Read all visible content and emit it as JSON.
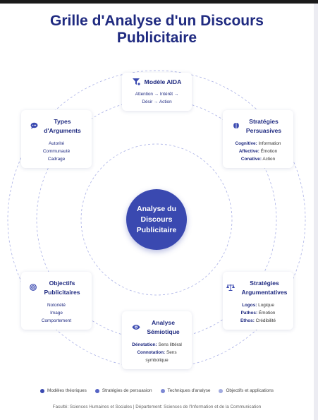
{
  "title": "Grille d'Analyse d'un Discours Publicitaire",
  "center": "Analyse du Discours Publicitaire",
  "cards": {
    "aida": {
      "title": "Modèle AIDA",
      "icon": "funnel-icon",
      "lines": [
        "Attention → Intérêt →",
        "Désir → Action"
      ]
    },
    "persuasive": {
      "title": "Stratégies Persuasives",
      "icon": "brain-icon",
      "rows": [
        {
          "k": "Cognitive:",
          "v": "Information"
        },
        {
          "k": "Affective:",
          "v": "Émotion"
        },
        {
          "k": "Conative:",
          "v": "Action"
        }
      ]
    },
    "arguments": {
      "title": "Types d'Arguments",
      "icon": "comment-icon",
      "lines": [
        "Autorité",
        "Communauté",
        "Cadrage"
      ]
    },
    "argumentatives": {
      "title": "Stratégies Argumentatives",
      "icon": "balance-scale-icon",
      "rows": [
        {
          "k": "Logos:",
          "v": "Logique"
        },
        {
          "k": "Pathos:",
          "v": "Émotion"
        },
        {
          "k": "Ethos:",
          "v": "Crédibilité"
        }
      ]
    },
    "objectifs": {
      "title": "Objectifs Publicitaires",
      "icon": "target-icon",
      "lines": [
        "Notoriété",
        "Image",
        "Comportement"
      ]
    },
    "semiotique": {
      "title": "Analyse Sémiotique",
      "icon": "eye-icon",
      "rows": [
        {
          "k": "Dénotation:",
          "v": "Sens littéral"
        },
        {
          "k": "Connotation:",
          "v": "Sens symbolique"
        }
      ]
    }
  },
  "legend": [
    {
      "label": "Modèles théoriques",
      "color": "#3a49b0"
    },
    {
      "label": "Stratégies de persuasion",
      "color": "#5563c4"
    },
    {
      "label": "Techniques d'analyse",
      "color": "#7c88d3"
    },
    {
      "label": "Objectifs et applications",
      "color": "#a2abe0"
    }
  ],
  "footer": "Faculté: Sciences Humaines et Sociales | Département: Sciences de l'Information et de la Communication",
  "colors": {
    "primary": "#1f2a80",
    "accent": "#3a49b0",
    "ring": "#a9b0e6"
  }
}
